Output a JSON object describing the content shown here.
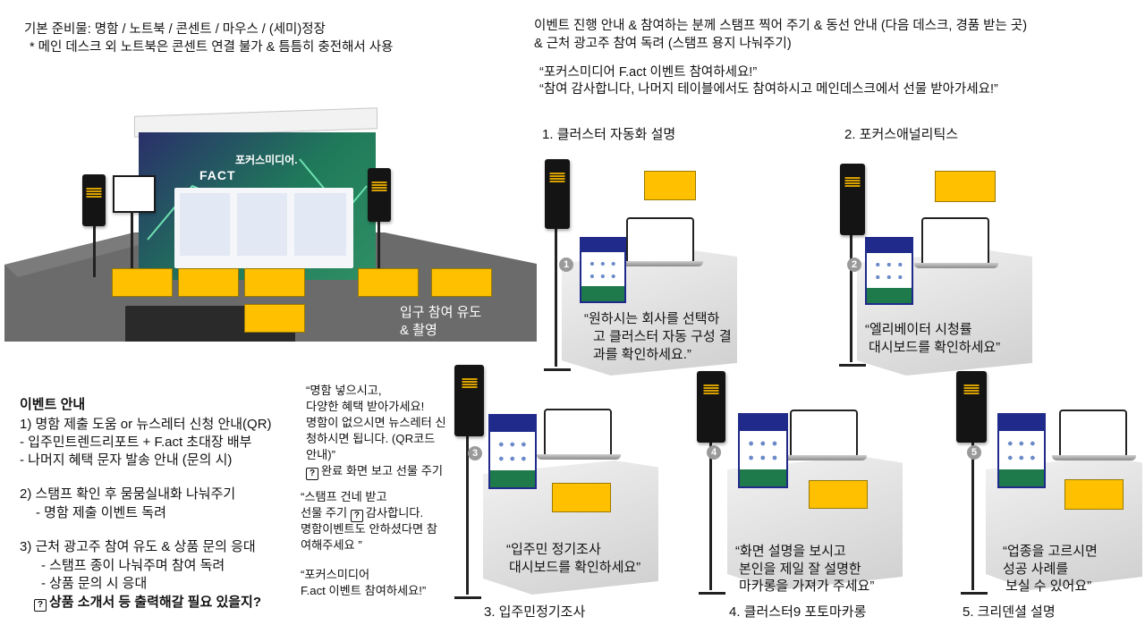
{
  "top_left": {
    "line1": "기본 준비물: 명함 / 노트북 / 콘센트 / 마우스 / (세미)정장",
    "line2": "* 메인 데스크 외 노트북은 콘센트 연결 불가 & 틈틈히 충전해서 사용"
  },
  "top_right": {
    "line1": "이벤트 진행 안내 & 참여하는 분께 스탬프 찍어 주기 & 동선 안내 (다음 데스크, 경품 받는 곳)",
    "line2": "& 근처 광고주 참여 독려 (스탬프 용지 나눠주기)",
    "quote1": "“포커스미디어 F.act 이벤트 참여하세요!”",
    "quote2": "“참여 감사합니다, 나머지 테이블에서도 참여하시고 메인데스크에서 선물 받아가세요!”"
  },
  "booth": {
    "wall_title": "포커스미디어.",
    "wall_brand": "FACT",
    "entrance_line1": "입구 참여 유도",
    "entrance_line2": "& 촬영"
  },
  "event_info": {
    "title": "이벤트 안내",
    "l1": "1) 명함 제출 도움 or 뉴스레터 신청 안내(QR)",
    "l2": "- 입주민트렌드리포트 + F.act 초대장 배부",
    "l3": "- 나머지 혜택 문자 발송 안내 (문의 시)",
    "l4": "2) 스탬프 확인 후 뭄뭄실내화 나눠주기",
    "l5": "- 명함 제출 이벤트 독려",
    "l6": "3) 근처 광고주 참여 유도 & 상품 문의 응대",
    "l7": "- 스탬프 종이 나눠주며 참여 독려",
    "l8": "- 상품 문의 시 응대",
    "l9": "상품 소개서 등 출력해갈 필요 있을지?"
  },
  "middle_quotes": {
    "q1_l1": "“명함 넣으시고,",
    "q1_l2": "다양한 혜택 받아가세요!",
    "q1_l3": "명함이 없으시면 뉴스레터 신",
    "q1_l4": "청하시면 됩니다. (QR코드",
    "q1_l5": "안내)”",
    "q1_l6": "완료 화면 보고 선물 주기",
    "q2_l1": "“스탬프 건네 받고",
    "q2_l2a": "선물 주기",
    "q2_l2b": "감사합니다.",
    "q2_l3": "명함이벤트도 안하셨다면 참",
    "q2_l4": "여해주세요 ”",
    "q3_l1": "“포커스미디어",
    "q3_l2": "F.act 이벤트 참여하세요!”"
  },
  "stations": {
    "s1_title": "1. 클러스터 자동화 설명",
    "s1_q1": "“원하시는 회사를 선택하",
    "s1_q2": "고 클러스터 자동 구성 결",
    "s1_q3": "과를 확인하세요.”",
    "s1_num": "1",
    "s2_title": "2. 포커스애널리틱스",
    "s2_q1": "“엘리베이터 시청률",
    "s2_q2": "대시보드를 확인하세요”",
    "s2_num": "2",
    "s3_title": "3. 입주민정기조사",
    "s3_q1": "“입주민 정기조사",
    "s3_q2": "대시보드를 확인하세요”",
    "s3_num": "3",
    "s4_title": "4. 클러스터9 포토마카롱",
    "s4_q1": "“화면 설명을 보시고",
    "s4_q2": "본인을 제일 잘 설명한",
    "s4_q3": "마카롱을 가져가 주세요”",
    "s4_num": "4",
    "s5_title": "5. 크리덴셜 설명",
    "s5_q1": "“업종을 고르시면",
    "s5_q2": "성공 사례를",
    "s5_q3": "보실 수 있어요”",
    "s5_num": "5"
  },
  "colors": {
    "sticky_note": "#ffc000",
    "booth_wall": "#1f7a5a",
    "booth_wall_dark": "#2a2f6a",
    "floor": "#6b6b6b",
    "poster_blue": "#1f2a8a",
    "poster_green": "#1e7a4a"
  }
}
